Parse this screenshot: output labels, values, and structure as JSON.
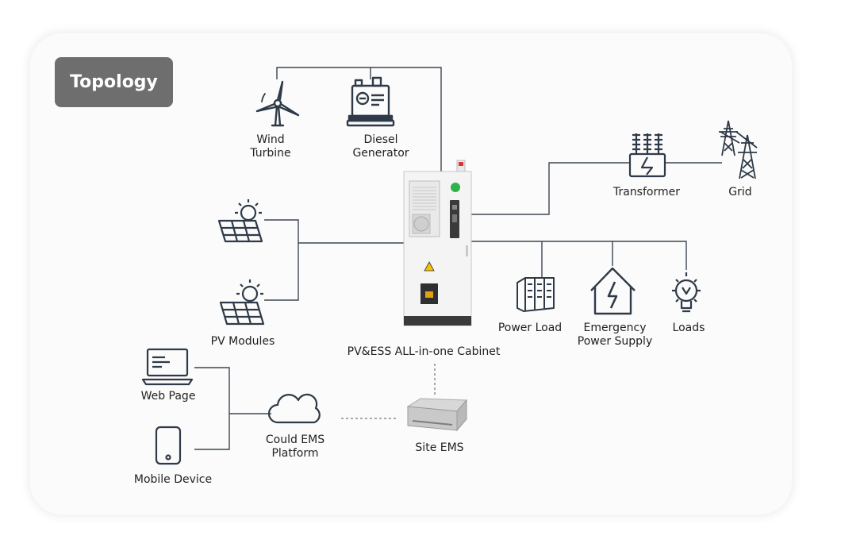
{
  "header": {
    "title": "Topology"
  },
  "nodes": {
    "wind_turbine": [
      "Wind",
      "Turbine"
    ],
    "diesel_generator": [
      "Diesel",
      "Generator"
    ],
    "transformer": "Transformer",
    "grid": "Grid",
    "pv_modules": "PV Modules",
    "cabinet": "PV&ESS ALL-in-one Cabinet",
    "power_load": "Power Load",
    "emergency_power_supply": [
      "Emergency",
      "Power Supply"
    ],
    "loads": "Loads",
    "web_page": "Web Page",
    "mobile_device": "Mobile  Device",
    "cloud_ems": [
      "Could EMS",
      "Platform"
    ],
    "site_ems": "Site EMS"
  },
  "colors": {
    "line": "#3d4651",
    "icon": "#2f3a48",
    "badge": "#6e6e6e",
    "accent": "#2fb24a"
  }
}
